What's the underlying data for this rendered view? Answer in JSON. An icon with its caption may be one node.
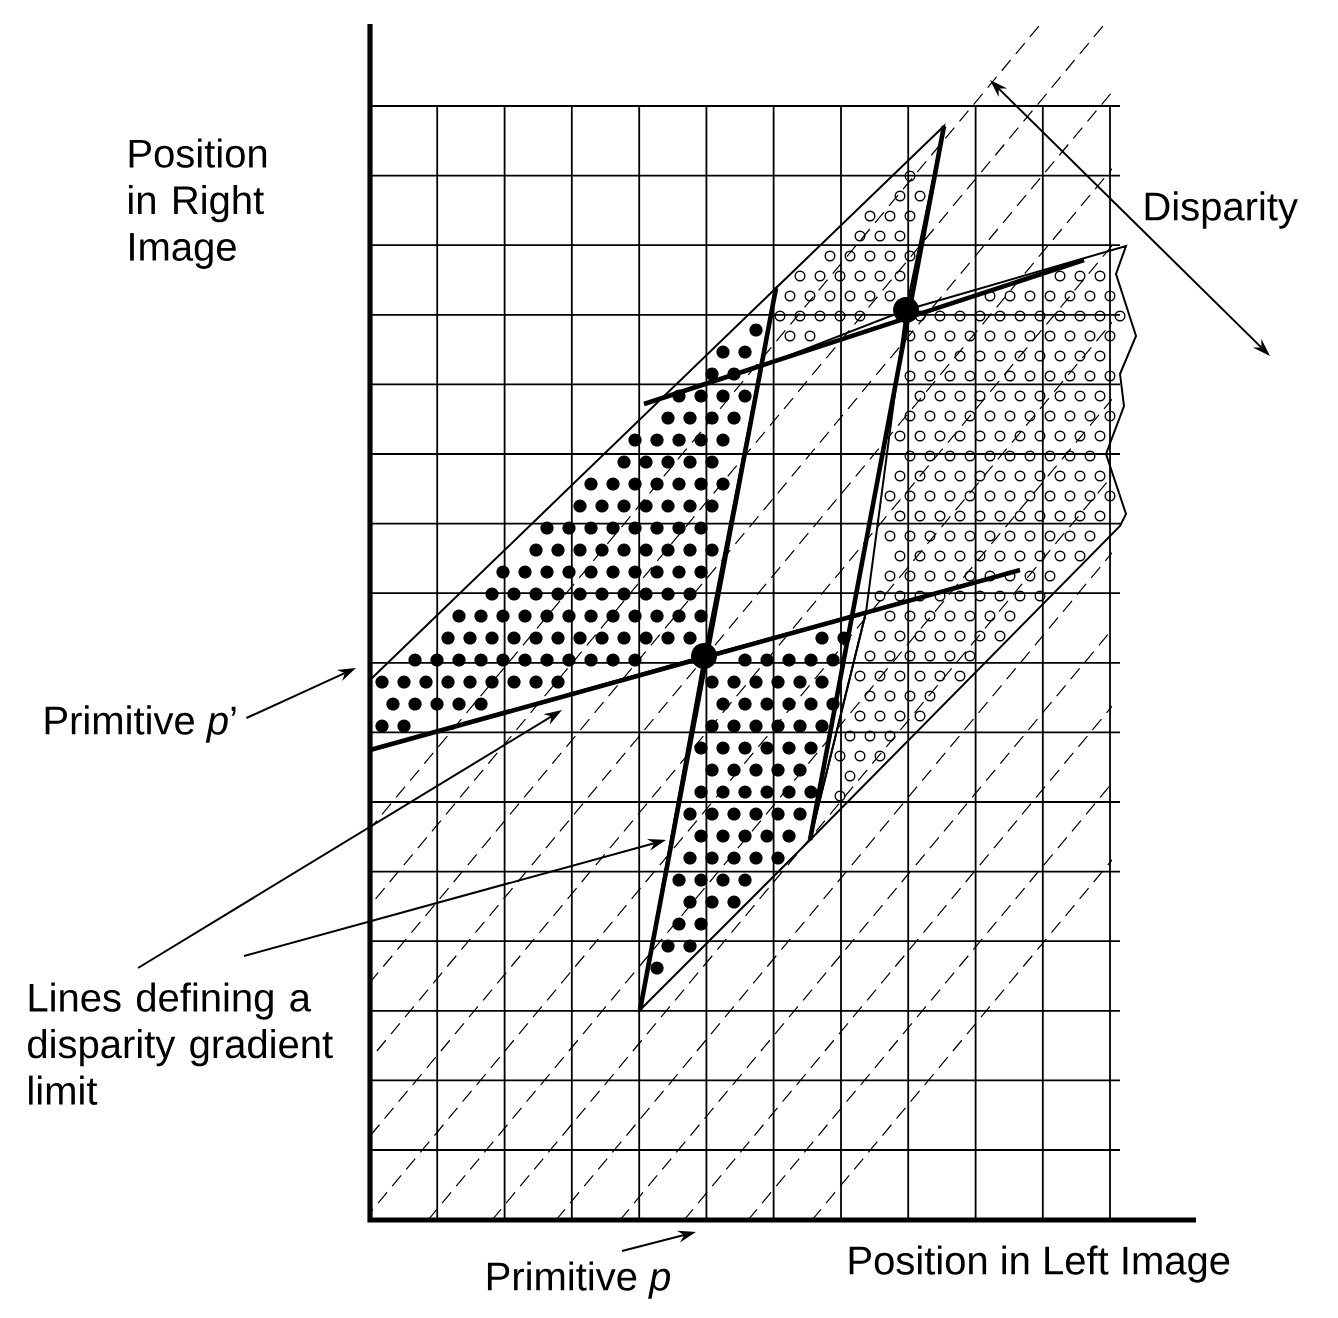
{
  "diagram": {
    "nodes": [
      {
        "text": [
          "Primitive *p*’"
        ]
      },
      {
        "text": [
          "Lines defining a disparity gradient limit"
        ]
      },
      {
        "text": [
          "Primitive *p*"
        ]
      }
    ],
    "edges": [
      {
        "from": 0,
        "to": null,
        "arrow": "to"
      },
      {
        "from": 1,
        "to": null,
        "arrow": "to"
      },
      {
        "from": 1,
        "to": null,
        "arrow": "to"
      },
      {
        "from": 2,
        "to": null,
        "arrow": "to"
      }
    ],
    "labels": [
      "Position in Right Image",
      "Disparity",
      "Position in Left Image"
    ]
  }
}
